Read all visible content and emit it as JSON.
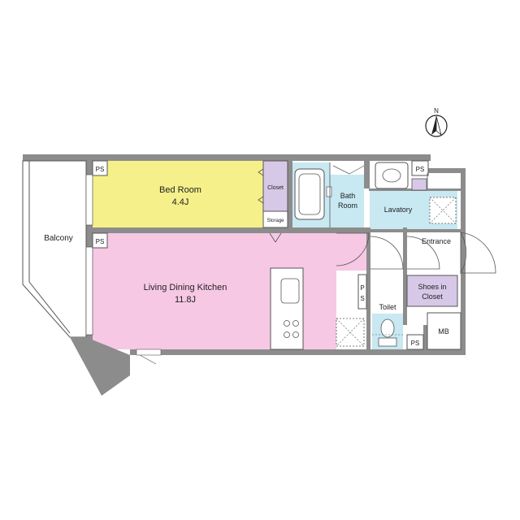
{
  "compass": {
    "label": "N"
  },
  "rooms": {
    "bedroom": {
      "name": "Bed Room",
      "size": "4.4J",
      "color": "#f5f08a"
    },
    "ldk": {
      "name": "Living Dining Kitchen",
      "size": "11.8J",
      "color": "#f6c8e4"
    },
    "balcony": {
      "name": "Balcony"
    },
    "closet": {
      "name": "Closet",
      "color": "#d8c8e8"
    },
    "storage": {
      "name": "Storage"
    },
    "bath": {
      "name_line1": "Bath",
      "name_line2": "Room",
      "color": "#c8e8f2"
    },
    "lavatory": {
      "name": "Lavatory",
      "color": "#c8e8f2"
    },
    "entrance": {
      "name": "Entrance"
    },
    "shoes_closet": {
      "name_line1": "Shoes in",
      "name_line2": "Closet",
      "color": "#d8c8e8"
    },
    "toilet": {
      "name": "Toilet",
      "color": "#c8e8f2"
    },
    "mb": {
      "name": "MB"
    }
  },
  "ps_labels": {
    "ps": "PS",
    "p": "P",
    "s": "S"
  },
  "colors": {
    "wall": "#8c8c8c",
    "line": "#555555"
  }
}
